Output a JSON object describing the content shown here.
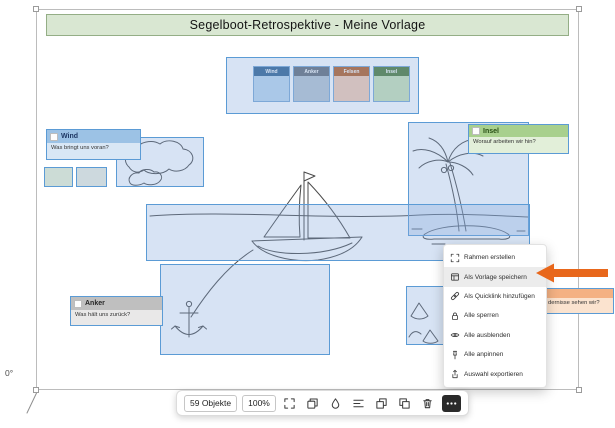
{
  "canvas": {
    "title": "Segelboot-Retrospektive - Meine Vorlage",
    "rotation_label": "0°"
  },
  "mini_cards": [
    {
      "label": "Wind"
    },
    {
      "label": "Anker"
    },
    {
      "label": "Felsen"
    },
    {
      "label": "Insel"
    }
  ],
  "notes": {
    "wind": {
      "title": "Wind",
      "question": "Was bringt uns voran?"
    },
    "insel": {
      "title": "Insel",
      "question": "Worauf arbeiten wir hin?"
    },
    "anker": {
      "title": "Anker",
      "question": "Was hält uns zurück?"
    },
    "felsen": {
      "question_visible": "dernisse sehen wir?"
    }
  },
  "context_menu": {
    "items": [
      {
        "label": "Rahmen erstellen",
        "icon": "frame-icon"
      },
      {
        "label": "Als Vorlage speichern",
        "icon": "template-icon",
        "highlighted": true
      },
      {
        "label": "Als Quicklink hinzufügen",
        "icon": "quicklink-icon"
      },
      {
        "label": "Alle sperren",
        "icon": "lock-icon"
      },
      {
        "label": "Alle ausblenden",
        "icon": "eye-icon"
      },
      {
        "label": "Alle anpinnen",
        "icon": "pin-icon"
      },
      {
        "label": "Auswahl exportieren",
        "icon": "export-icon"
      }
    ]
  },
  "toolbar": {
    "objects_count": "59 Objekte",
    "zoom_level": "100%",
    "icons": [
      "frame-icon",
      "copy-icon",
      "color-icon",
      "align-icon",
      "bring-forward-icon",
      "send-backward-icon",
      "trash-icon",
      "more-icon"
    ]
  },
  "colors": {
    "selection_border": "#5b9bd5",
    "selection_fill": "rgba(134,171,221,0.33)",
    "banner_bg": "#d9e7d2",
    "annotation_arrow": "#e8671b"
  }
}
